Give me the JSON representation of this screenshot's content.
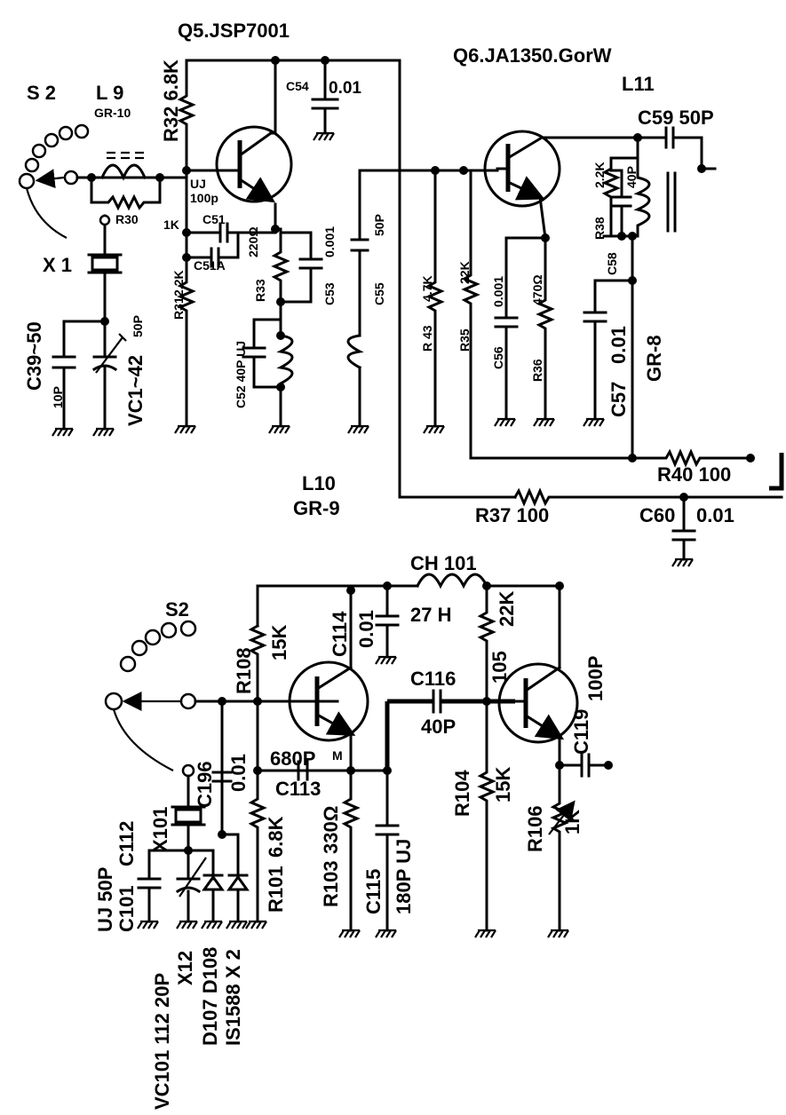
{
  "upper": {
    "q5": "Q5.JSP7001",
    "q6": "Q6.JA1350.GorW",
    "s2": "S 2",
    "l9": "L 9",
    "l9_type": "GR-10",
    "r32": "R32 6.8K",
    "c54": "C54",
    "c54_val": "0.01",
    "l11": "L11",
    "c59": "C59 50P",
    "r30": "R30",
    "uj": "UJ",
    "c_100p": "100p",
    "r_1k": "1K",
    "c51": "C51",
    "c51a": "C51A",
    "r_220": "220Ω",
    "c53_val": "0.001",
    "c55_val": "50P",
    "r33": "R33",
    "c53": "C53",
    "c55": "C55",
    "x1": "X 1",
    "r31": "R31",
    "r31_val": "2.2K",
    "c52": "C52 40P UJ",
    "c39": "C39~50",
    "c10p": "10P",
    "vc1": "VC1~42",
    "vc1_50p": "50P",
    "r43": "R 43",
    "r43_val": "4.7K",
    "r35": "R35",
    "r35_val": "22K",
    "c56": "C56",
    "c56_val": "0.001",
    "r36": "R36",
    "r36_val": "470Ω",
    "r38": "R38",
    "r38_val": "2.2K",
    "c40p": "40P",
    "c58": "C58",
    "c57": "C57",
    "c57_val": "0.01",
    "gr8": "GR-8",
    "r40": "R40 100",
    "l10": "L10",
    "gr9": "GR-9",
    "r37": "R37 100",
    "c60": "C60",
    "c60_val": "0.01"
  },
  "lower": {
    "s2": "S2",
    "ch101": "CH 101",
    "ch_val": "27  H",
    "r108": "R108",
    "r108_val": "15K",
    "c114": "C114",
    "c114_val": "0.01",
    "r105": "105",
    "r105_val": "22K",
    "c116": "C116",
    "c116_val": "40P",
    "c119_val": "100P",
    "c119": "C119",
    "c196": "C196",
    "c196_val": "0.01",
    "c680": "680P",
    "c680_m": "M",
    "c113": "C113",
    "x101": "X101",
    "r104": "R104",
    "r104_val": "15K",
    "r106": "R106",
    "r106_val": "1K",
    "c112": "C112",
    "uj50p": "UJ 50P",
    "c101": "C101",
    "r101": "R101",
    "r101_val": "6.8K",
    "r103": "R103",
    "r103_val": "330Ω",
    "c115": "C115",
    "c115_val": "180P UJ",
    "note1": "VC101 112 20P",
    "note2": "X12",
    "note3": "D107 D108",
    "note4": "IS1588 X 2"
  }
}
